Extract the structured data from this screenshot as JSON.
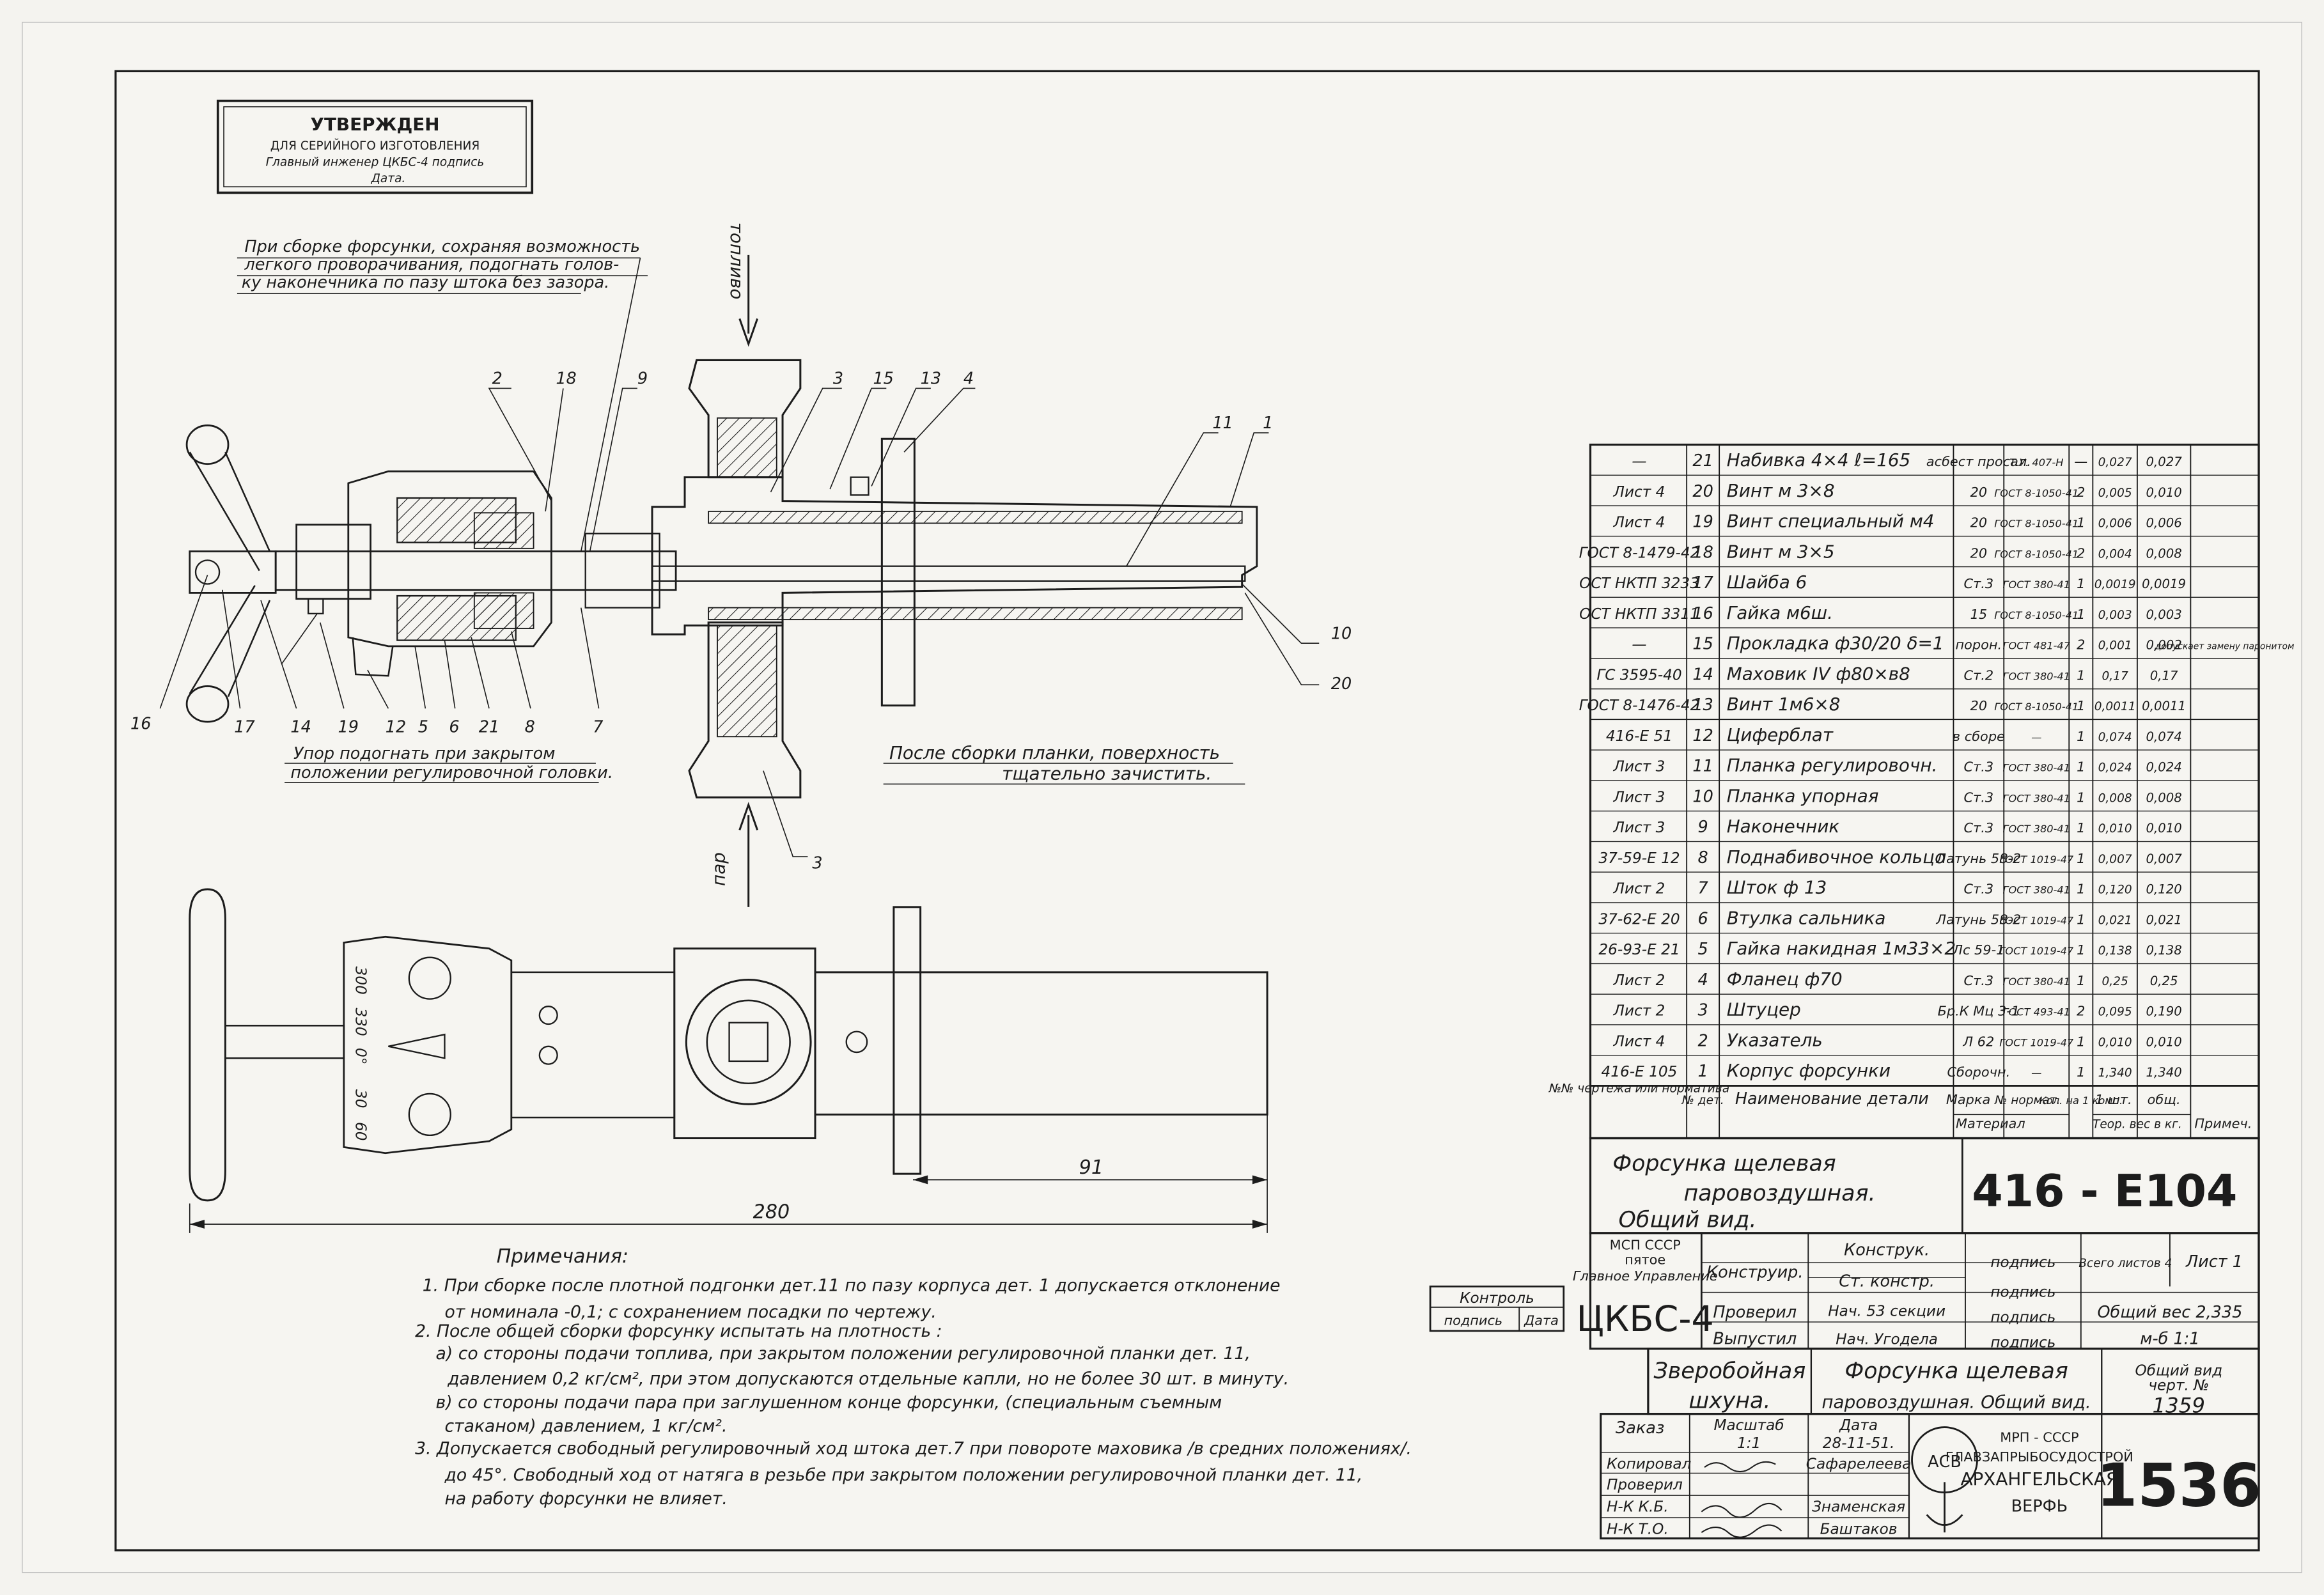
{
  "stamp": {
    "title": "УТВЕРЖДЕН",
    "line1": "ДЛЯ СЕРИЙНОГО ИЗГОТОВЛЕНИЯ",
    "line2": "Главный инженер ЦКБС-4 подпись",
    "line3": "Дата."
  },
  "notes_top": {
    "line1": "При сборке форсунки, сохраняя возможность",
    "line2": "легкого проворачивания, подогнать голов-",
    "line3": "ку наконечника по пазу штока без зазора."
  },
  "flow_labels": {
    "fuel": "топливо",
    "steam": "пар"
  },
  "leaders": [
    "2",
    "18",
    "9",
    "3",
    "15",
    "13",
    "4",
    "11",
    "1",
    "10",
    "20",
    "16",
    "17",
    "14",
    "19",
    "12",
    "5",
    "6",
    "21",
    "8",
    "7",
    "3"
  ],
  "callout_stop": {
    "line1": "Упор подогнать при закрытом",
    "line2": "положении регулировочной головки."
  },
  "callout_clean": {
    "line1": "После сборки планки, поверхность",
    "line2": "тщательно зачистить."
  },
  "dial": {
    "ticks": [
      "300",
      "330",
      "0°",
      "30",
      "60"
    ]
  },
  "dims": {
    "overall": "280",
    "flange": "91"
  },
  "notes": {
    "title": "Примечания:",
    "lines": [
      "1.  При сборке после плотной подгонки дет.11 по пазу корпуса дет. 1 допускается отклонение",
      "от номинала -0,1; с сохранением посадки по чертежу.",
      "2. После общей сборки форсунку испытать на плотность :",
      "а) со стороны подачи топлива, при закрытом положении регулировочной планки дет. 11,",
      "давлением 0,2 кг/см², при этом допускаются отдельные капли, но не более 30 шт. в минуту.",
      "в) со стороны подачи пара при заглушенном конце форсунки, (специальным съемным",
      "стаканом) давлением, 1 кг/см².",
      "3. Допускается свободный регулировочный ход штока дет.7 при повороте маховика /в средних положениях/.",
      "до 45°. Свободный ход от натяга в резьбе при закрытом положении регулировочной планки дет. 11,",
      "на работу форсунки не влияет."
    ]
  },
  "control": {
    "title": "Контроль",
    "sign": "подпись",
    "date": "Дата"
  },
  "bom": {
    "header": {
      "doc": "№№ чертежа или норматива",
      "no": "№ дет.",
      "name": "Наименование детали",
      "mark": "Марка",
      "norm": "№ нормат.",
      "qty": "Кол. на 1 комп.",
      "w1": "1 шт.",
      "wt": "общ.",
      "weight_title": "Теор. вес в кг.",
      "mat_title": "Материал",
      "note": "Примеч."
    },
    "rows": [
      {
        "doc": "—",
        "no": "21",
        "name": "Набивка 4×4  ℓ=165",
        "mark": "асбест просал.",
        "norm": "Т.У. 407-Н",
        "qty": "—",
        "w1": "0,027",
        "wt": "0,027",
        "note": ""
      },
      {
        "doc": "Лист 4",
        "no": "20",
        "name": "Винт  м 3×8",
        "mark": "20",
        "norm": "ГОСТ 8-1050-41",
        "qty": "2",
        "w1": "0,005",
        "wt": "0,010",
        "note": ""
      },
      {
        "doc": "Лист 4",
        "no": "19",
        "name": "Винт специальный  м4",
        "mark": "20",
        "norm": "ГОСТ 8-1050-41",
        "qty": "1",
        "w1": "0,006",
        "wt": "0,006",
        "note": ""
      },
      {
        "doc": "ГОСТ 8-1479-42",
        "no": "18",
        "name": "Винт  м 3×5",
        "mark": "20",
        "norm": "ГОСТ 8-1050-41",
        "qty": "2",
        "w1": "0,004",
        "wt": "0,008",
        "note": ""
      },
      {
        "doc": "ОСТ НКТП 3233",
        "no": "17",
        "name": "Шайба 6",
        "mark": "Ст.3",
        "norm": "ГОСТ 380-41",
        "qty": "1",
        "w1": "0,0019",
        "wt": "0,0019",
        "note": ""
      },
      {
        "doc": "ОСТ НКТП 3311",
        "no": "16",
        "name": "Гайка м6ш.",
        "mark": "15",
        "norm": "ГОСТ 8-1050-41",
        "qty": "1",
        "w1": "0,003",
        "wt": "0,003",
        "note": ""
      },
      {
        "doc": "—",
        "no": "15",
        "name": "Прокладка ф30/20 δ=1",
        "mark": "порон.",
        "norm": "ГОСТ 481-47",
        "qty": "2",
        "w1": "0,001",
        "wt": "0,002",
        "note": "допускает замену паронитом"
      },
      {
        "doc": "ГС 3595-40",
        "no": "14",
        "name": "Маховик IV ф80×в8",
        "mark": "Ст.2",
        "norm": "ГОСТ 380-41",
        "qty": "1",
        "w1": "0,17",
        "wt": "0,17",
        "note": ""
      },
      {
        "doc": "ГОСТ 8-1476-42",
        "no": "13",
        "name": "Винт 1м6×8",
        "mark": "20",
        "norm": "ГОСТ 8-1050-41",
        "qty": "1",
        "w1": "0,0011",
        "wt": "0,0011",
        "note": ""
      },
      {
        "doc": "416-Е 51",
        "no": "12",
        "name": "Циферблат",
        "mark": "в сборе",
        "norm": "—",
        "qty": "1",
        "w1": "0,074",
        "wt": "0,074",
        "note": ""
      },
      {
        "doc": "Лист 3",
        "no": "11",
        "name": "Планка регулировочн.",
        "mark": "Ст.3",
        "norm": "ГОСТ 380-41",
        "qty": "1",
        "w1": "0,024",
        "wt": "0,024",
        "note": ""
      },
      {
        "doc": "Лист 3",
        "no": "10",
        "name": "Планка упорная",
        "mark": "Ст.3",
        "norm": "ГОСТ 380-41",
        "qty": "1",
        "w1": "0,008",
        "wt": "0,008",
        "note": ""
      },
      {
        "doc": "Лист 3",
        "no": "9",
        "name": "Наконечник",
        "mark": "Ст.3",
        "norm": "ГОСТ 380-41",
        "qty": "1",
        "w1": "0,010",
        "wt": "0,010",
        "note": ""
      },
      {
        "doc": "37-59-Е 12",
        "no": "8",
        "name": "Поднабивочное кольцо",
        "mark": "Латунь 58-2",
        "norm": "ГОСТ 1019-47",
        "qty": "1",
        "w1": "0,007",
        "wt": "0,007",
        "note": ""
      },
      {
        "doc": "Лист 2",
        "no": "7",
        "name": "Шток ф 13",
        "mark": "Ст.3",
        "norm": "ГОСТ 380-41",
        "qty": "1",
        "w1": "0,120",
        "wt": "0,120",
        "note": ""
      },
      {
        "doc": "37-62-Е 20",
        "no": "6",
        "name": "Втулка сальника",
        "mark": "Латунь 58-2",
        "norm": "ГОСТ 1019-47",
        "qty": "1",
        "w1": "0,021",
        "wt": "0,021",
        "note": ""
      },
      {
        "doc": "26-93-Е 21",
        "no": "5",
        "name": "Гайка накидная 1м33×2",
        "mark": "Лс 59-1",
        "norm": "ГОСТ 1019-47",
        "qty": "1",
        "w1": "0,138",
        "wt": "0,138",
        "note": ""
      },
      {
        "doc": "Лист 2",
        "no": "4",
        "name": "Фланец ф70",
        "mark": "Ст.3",
        "norm": "ГОСТ 380-41",
        "qty": "1",
        "w1": "0,25",
        "wt": "0,25",
        "note": ""
      },
      {
        "doc": "Лист 2",
        "no": "3",
        "name": "Штуцер",
        "mark": "Бр.К Мц 3-1",
        "norm": "ГОСТ 493-41",
        "qty": "2",
        "w1": "0,095",
        "wt": "0,190",
        "note": ""
      },
      {
        "doc": "Лист 4",
        "no": "2",
        "name": "Указатель",
        "mark": "Л 62",
        "norm": "ГОСТ 1019-47",
        "qty": "1",
        "w1": "0,010",
        "wt": "0,010",
        "note": ""
      },
      {
        "doc": "416-Е 105",
        "no": "1",
        "name": "Корпус форсунки",
        "mark": "Сборочн.",
        "norm": "—",
        "qty": "1",
        "w1": "1,340",
        "wt": "1,340",
        "note": ""
      }
    ]
  },
  "title_block": {
    "item_title": {
      "line1": "Форсунка щелевая",
      "line2": "паровоздушная.",
      "line3": "Общий вид."
    },
    "drawing_no": "416 - Е104",
    "org": {
      "line1": "МСП СССР",
      "line2": "пятое",
      "line3": "Главное Управление",
      "bureau": "ЦКБС-4"
    },
    "roles": {
      "designer": "Конструир.",
      "checked": "Проверил",
      "issued": "Выпустил",
      "constr": "Конструк.",
      "senior": "Ст. констр.",
      "chief_sect": "Нач. 53 секции",
      "chief_dept": "Нач. Угодела",
      "sign": "подпись"
    },
    "sheets": {
      "total": "Всего листов 4",
      "sheet": "Лист 1"
    },
    "total_weight": "Общий вес 2,335",
    "scale": "м-б 1:1",
    "vessel": {
      "line1": "Зверобойная",
      "line2": "шхуна."
    },
    "item_short": {
      "line1": "Форсунка щелевая",
      "line2": "паровоздушная. Общий вид."
    },
    "general_view": {
      "line1": "Общий вид",
      "line2": "черт. №",
      "no": "1359"
    },
    "order": {
      "label": "Заказ",
      "scale_label": "Масштаб",
      "scale": "1:1",
      "date_label": "Дата",
      "date": "28-11-51."
    },
    "staff": {
      "copy": "Копировал",
      "copy_name": "Сафарелеева",
      "check": "Проверил",
      "nkkb": "Н-К К.Б.",
      "nkkb_name": "Знаменская",
      "nkto": "Н-К Т.О.",
      "nkto_name": "Баштаков"
    },
    "factory": {
      "line1": "МРП - СССР",
      "line2": "ГЛАВЗАПРЫБОСУДОСТРОЙ",
      "line3": "АРХАНГЕЛЬСКАЯ",
      "line4": "ВЕРФЬ",
      "logo": "АСВ"
    },
    "archive_no": "1536"
  }
}
